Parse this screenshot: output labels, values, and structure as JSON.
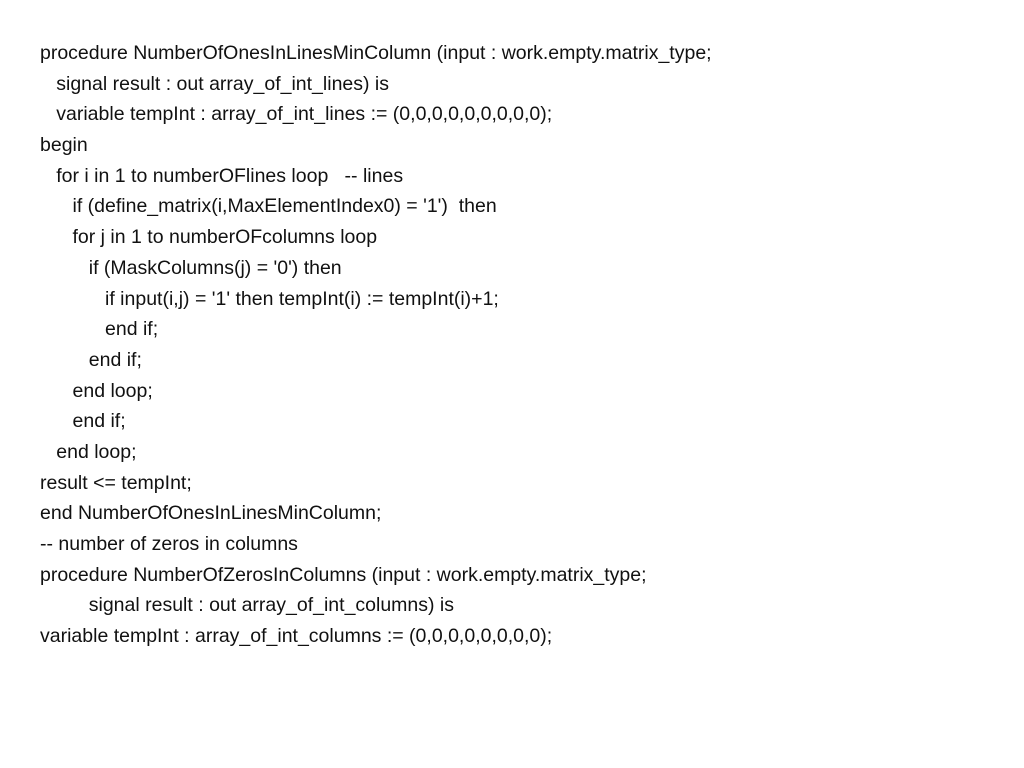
{
  "document": {
    "lines": [
      "procedure NumberOfOnesInLinesMinColumn (input : work.empty.matrix_type;",
      "   signal result : out array_of_int_lines) is",
      "   variable tempInt : array_of_int_lines := (0,0,0,0,0,0,0,0,0);",
      "begin",
      "   for i in 1 to numberOFlines loop   -- lines",
      "      if (define_matrix(i,MaxElementIndex0) = '1')  then",
      "      for j in 1 to numberOFcolumns loop",
      "         if (MaskColumns(j) = '0') then",
      "            if input(i,j) = '1' then tempInt(i) := tempInt(i)+1;",
      "            end if;",
      "         end if;",
      "      end loop;",
      "      end if;",
      "   end loop;",
      "result <= tempInt;",
      "end NumberOfOnesInLinesMinColumn;",
      "-- number of zeros in columns",
      "procedure NumberOfZerosInColumns (input : work.empty.matrix_type;",
      "         signal result : out array_of_int_columns) is",
      "variable tempInt : array_of_int_columns := (0,0,0,0,0,0,0,0);"
    ]
  }
}
